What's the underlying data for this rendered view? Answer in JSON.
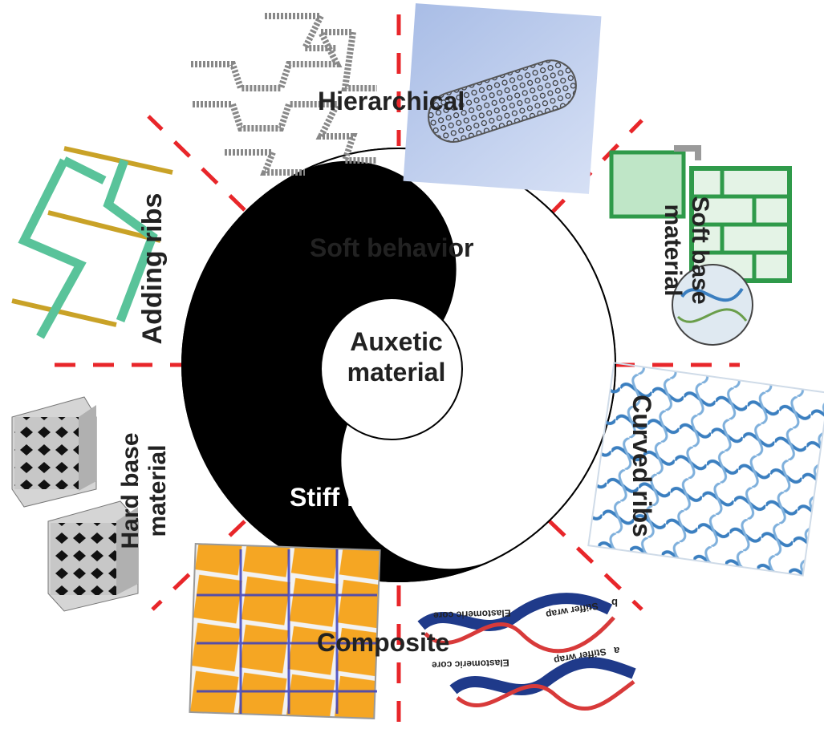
{
  "center": {
    "line1": "Auxetic",
    "line2": "material"
  },
  "halves": {
    "soft": "Soft behavior",
    "stiff": "Stiff behavior"
  },
  "sectors": {
    "hierarchical": "Hierarchical",
    "soft_base_line1": "Soft base",
    "soft_base_line2": "material",
    "curved_ribs": "Curved ribs",
    "composite": "Composite",
    "hard_base_line1": "Hard base",
    "hard_base_line2": "material",
    "adding_ribs": "Adding ribs"
  },
  "composite_inset": {
    "label_a": "a",
    "label_b": "b",
    "stiffer_wrap": "Stiffer wrap",
    "elastomeric_core": "Elastomeric core"
  },
  "colors": {
    "divider": "#e8262a",
    "yin": "#000000",
    "yang": "#ffffff",
    "text": "#222222",
    "tile_orange": "#f5a623",
    "rib_green": "#59c39a",
    "rib_gold": "#c9a227",
    "curve_blue": "#3b7fc0"
  }
}
